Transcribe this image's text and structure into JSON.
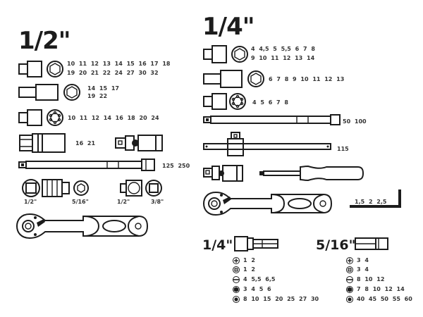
{
  "half_inch": {
    "title": "1/2\"",
    "hex_sockets": {
      "sizes_line1": "10 11 12 13 14 15 16 17 18",
      "sizes_line2": "19 20 21 22 24 27 30 32"
    },
    "deep_hex_sockets": {
      "sizes_line1": "14 15 17",
      "sizes_line2": "19 22"
    },
    "torx_sockets": {
      "sizes": "10 11 12 14 16 18 20 24"
    },
    "spark_plug_sockets": {
      "sizes": "16 21"
    },
    "extension_bars": {
      "sizes": "125 250"
    },
    "adapter_left": {
      "label_a": "1/2\"",
      "label_b": "5/16\""
    },
    "adapter_right": {
      "label_a": "1/2\"",
      "label_b": "3/8\""
    }
  },
  "quarter_inch": {
    "title": "1/4\"",
    "hex_sockets": {
      "sizes_line1": "4 4,5 5 5,5 6 7 8",
      "sizes_line2": "9 10 11 12 13 14"
    },
    "deep_hex_sockets": {
      "sizes": "6 7 8 9 10 11 12 13"
    },
    "torx_sockets": {
      "sizes": "4 5 6 7 8"
    },
    "extension_bars": {
      "sizes": "50 100"
    },
    "t_bar": {
      "size": "115"
    },
    "hex_keys": {
      "sizes": "1,5 2 2,5"
    }
  },
  "bits_quarter": {
    "title": "1/4\"",
    "rows": [
      {
        "icon": "phillips-icon",
        "sizes": "1 2"
      },
      {
        "icon": "pozidriv-icon",
        "sizes": "1 2"
      },
      {
        "icon": "slotted-icon",
        "sizes": "4 5,5 6,5"
      },
      {
        "icon": "hex-icon",
        "sizes": "3 4 5 6"
      },
      {
        "icon": "torx-icon",
        "sizes": "8 10 15 20 25 27 30"
      }
    ]
  },
  "bits_five_sixteenth": {
    "title": "5/16\"",
    "rows": [
      {
        "icon": "phillips-icon",
        "sizes": "3 4"
      },
      {
        "icon": "pozidriv-icon",
        "sizes": "3 4"
      },
      {
        "icon": "slotted-icon",
        "sizes": "8 10 12"
      },
      {
        "icon": "hex-icon",
        "sizes": "7 8 10 12 14"
      },
      {
        "icon": "torx-icon",
        "sizes": "40 45 50 55 60"
      }
    ]
  }
}
